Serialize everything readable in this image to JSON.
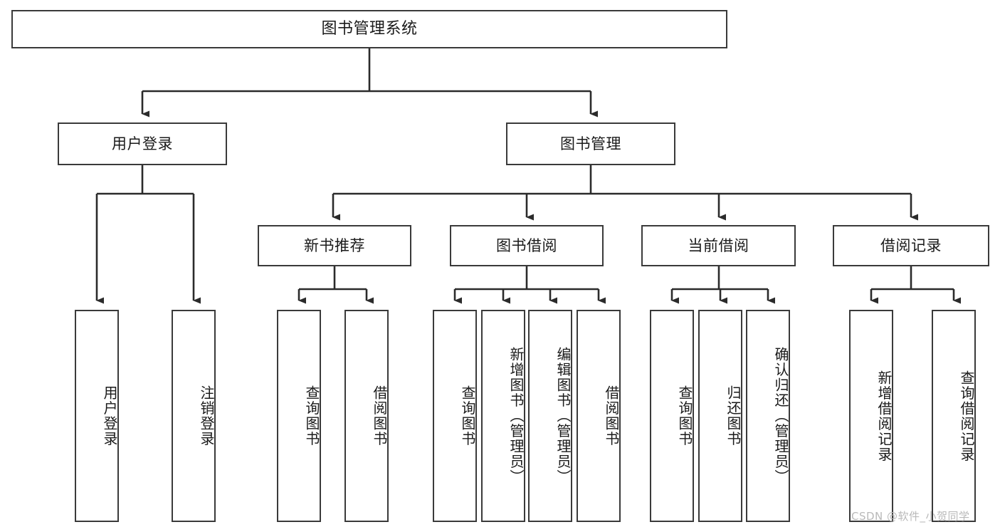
{
  "diagram": {
    "title": "图书管理系统",
    "type": "tree-hierarchy-diagram",
    "colors": {
      "box_border": "#3a3a3a",
      "box_fill": "#ffffff",
      "connector": "#2b2b2b",
      "text": "#1a1a1a",
      "watermark": "#b9b9b9",
      "background": "#ffffff"
    },
    "root": {
      "label": "图书管理系统"
    },
    "level2": [
      {
        "label": "用户登录"
      },
      {
        "label": "图书管理"
      }
    ],
    "level3": [
      {
        "label": "新书推荐"
      },
      {
        "label": "图书借阅"
      },
      {
        "label": "当前借阅"
      },
      {
        "label": "借阅记录"
      }
    ],
    "leaves": {
      "user_login": [
        {
          "label": "用户登录"
        },
        {
          "label": "注销登录"
        }
      ],
      "new_book_recommend": [
        {
          "label": "查询图书"
        },
        {
          "label": "借阅图书"
        }
      ],
      "book_borrow": [
        {
          "label": "查询图书"
        },
        {
          "label": "新增图书（管理员）"
        },
        {
          "label": "编辑图书（管理员）"
        },
        {
          "label": "借阅图书"
        }
      ],
      "current_borrow": [
        {
          "label": "查询图书"
        },
        {
          "label": "归还图书"
        },
        {
          "label": "确认归还（管理员）"
        }
      ],
      "borrow_record": [
        {
          "label": "新增借阅记录"
        },
        {
          "label": "查询借阅记录"
        }
      ]
    },
    "watermark": "CSDN @软件_小贺同学"
  }
}
